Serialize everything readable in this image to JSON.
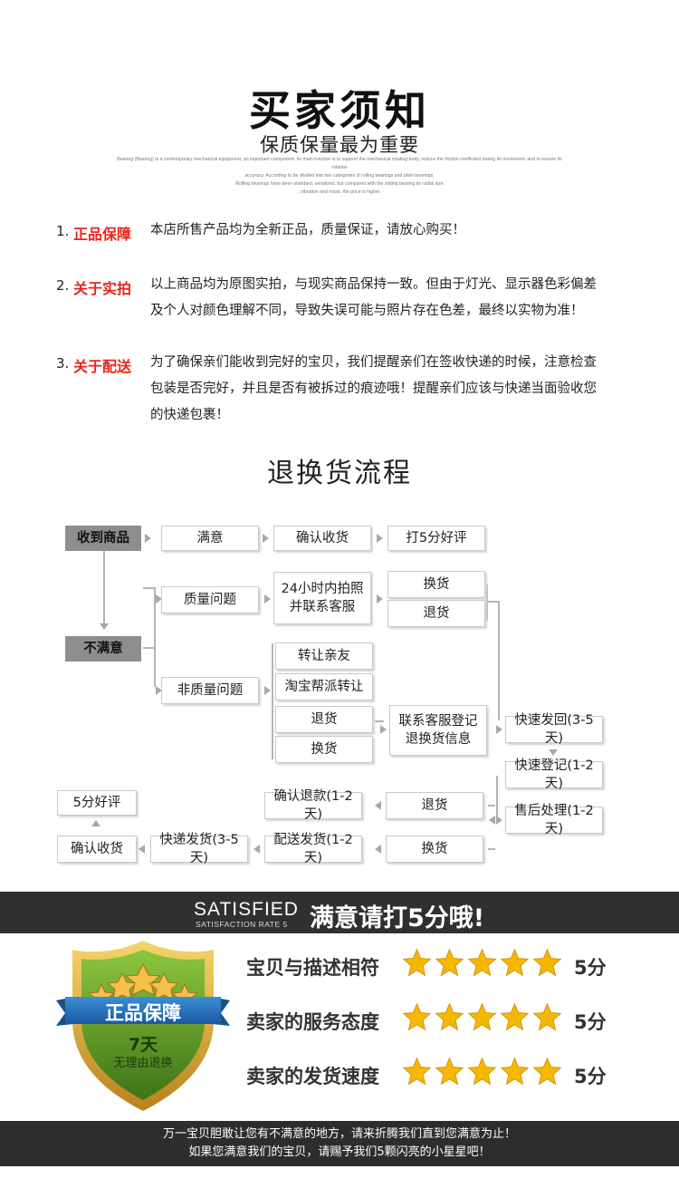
{
  "header": {
    "title": "买家须知",
    "subtitle": "保质保量最为重要",
    "fine_print": [
      "Bearing (Bearing) is a contemporary mechanical equipment, an important component. Its main function is to support the mechanical rotating body, reduce the friction coefficient during its movement, and to ensure its rotation",
      "accuracy. According to be divided into two categories of rolling bearings and plain bearings.",
      "Rolling bearings have been standard, serialized, but compared with the sliding bearing its radial size",
      ", vibration and noise, the price is higher."
    ]
  },
  "notices": [
    {
      "num": "1.",
      "label": "正品保障",
      "lines": [
        "本店所售产品均为全新正品，质量保证，请放心购买！"
      ]
    },
    {
      "num": "2.",
      "label": "关于实拍",
      "lines": [
        "以上商品均为原图实拍，与现实商品保持一致。但由于灯光、显示器色彩偏差",
        "及个人对颜色理解不同，导致失误可能与照片存在色差，最终以实物为准！"
      ]
    },
    {
      "num": "3.",
      "label": "关于配送",
      "lines": [
        "为了确保亲们能收到完好的宝贝，我们提醒亲们在签收快递的时候，注意检查",
        "包装是否完好，并且是否有被拆过的痕迹哦！提醒亲们应该与快递当面验收您",
        "的快递包裹！"
      ]
    }
  ],
  "flow": {
    "title": "退换货流程",
    "received": "收到商品",
    "satisfied": "满意",
    "confirm_receipt": "确认收货",
    "five_star": "打5分好评",
    "unsatisfied": "不满意",
    "quality_issue": "质量问题",
    "photo_contact": [
      "24小时内拍照",
      "并联系客服"
    ],
    "exchange": "换货",
    "refund": "退货",
    "non_quality_issue": "非质量问题",
    "transfer_friend": "转让亲友",
    "taobao_resale": "淘宝帮派转让",
    "refund2": "退货",
    "exchange2": "换货",
    "register_info": [
      "联系客服登记",
      "退换货信息"
    ],
    "express_return": "快速发回(3-5天)",
    "quick_register": "快速登记(1-2天)",
    "after_sale": "售后处理(1-2天)",
    "refund3": "退货",
    "exchange3": "换货",
    "confirm_refund": "确认退款(1-2天)",
    "ship_out": "配送发货(1-2天)",
    "express_ship": "快递发货(3-5天)",
    "confirm_receipt2": "确认收货",
    "five_star2": "5分好评"
  },
  "satisfaction": {
    "en": "SATISFIED",
    "en_sub": "SATISFACTION RATE 5",
    "cn": "满意请打5分哦!",
    "badge_title": "正品保障",
    "badge_days": "7天",
    "badge_sub": "无理由退换",
    "rows": [
      {
        "label": "宝贝与描述相符",
        "stars": 5,
        "score": "5分"
      },
      {
        "label": "卖家的服务态度",
        "stars": 5,
        "score": "5分"
      },
      {
        "label": "卖家的发货速度",
        "stars": 5,
        "score": "5分"
      }
    ]
  },
  "footer": {
    "line1": "万一宝贝胆敢让您有不满意的地方，请来折腾我们直到您满意为止！",
    "line2": "如果您满意我们的宝贝，请赐予我们5颗闪亮的小星星吧！"
  },
  "colors": {
    "accent_red": "#e8251c",
    "banner_dark": "#303030",
    "star_gold": "#f5b800",
    "badge_green": "#5a8f1f",
    "badge_gold": "#d9a520"
  }
}
